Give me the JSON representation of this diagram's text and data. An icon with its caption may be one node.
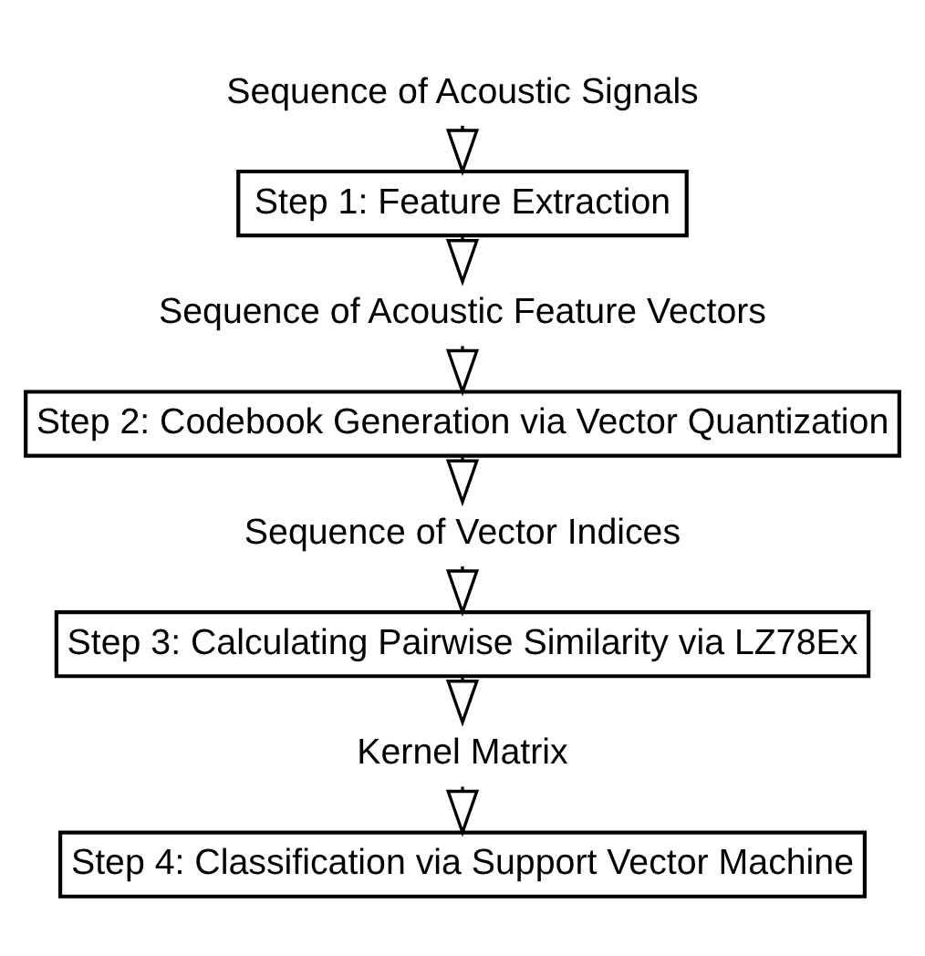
{
  "diagram": {
    "nodes": [
      {
        "text": [
          "Sequence of Acoustic Signals"
        ]
      },
      {
        "text": [
          "Step 1: Feature Extraction"
        ]
      },
      {
        "text": [
          "Sequence of Acoustic Feature Vectors"
        ]
      },
      {
        "text": [
          "Step 2: Codebook Generation via Vector Quantization"
        ]
      },
      {
        "text": [
          "Sequence of Vector Indices"
        ]
      },
      {
        "text": [
          "Step 3: Calculating Pairwise Similarity via LZ78Ex"
        ]
      },
      {
        "text": [
          "Kernel Matrix"
        ]
      },
      {
        "text": [
          "Step 4: Classification via Support Vector Machine"
        ]
      }
    ],
    "edges": [
      {
        "from": 0,
        "to": 1,
        "arrow": "to"
      },
      {
        "from": 1,
        "to": 2,
        "arrow": "to"
      },
      {
        "from": 2,
        "to": 3,
        "arrow": "to"
      },
      {
        "from": 3,
        "to": 4,
        "arrow": "to"
      },
      {
        "from": 4,
        "to": 5,
        "arrow": "to"
      },
      {
        "from": 5,
        "to": 6,
        "arrow": "to"
      },
      {
        "from": 6,
        "to": 7,
        "arrow": "to"
      }
    ]
  }
}
